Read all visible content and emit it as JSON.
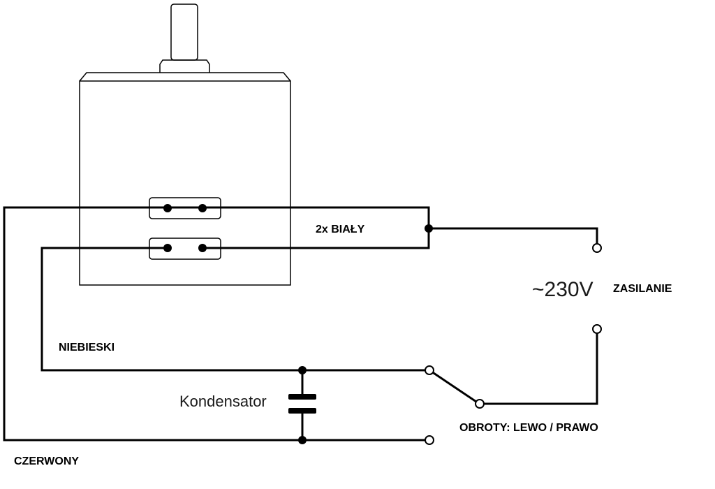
{
  "labels": {
    "white_wires": "2x BIAŁY",
    "power_voltage": "~230V",
    "power": "ZASILANIE",
    "blue_wire": "NIEBIESKI",
    "capacitor": "Kondensator",
    "rotation": "OBROTY: LEWO / PRAWO",
    "red_wire": "CZERWONY"
  },
  "colors": {
    "wire": "#000000",
    "background": "#ffffff"
  }
}
